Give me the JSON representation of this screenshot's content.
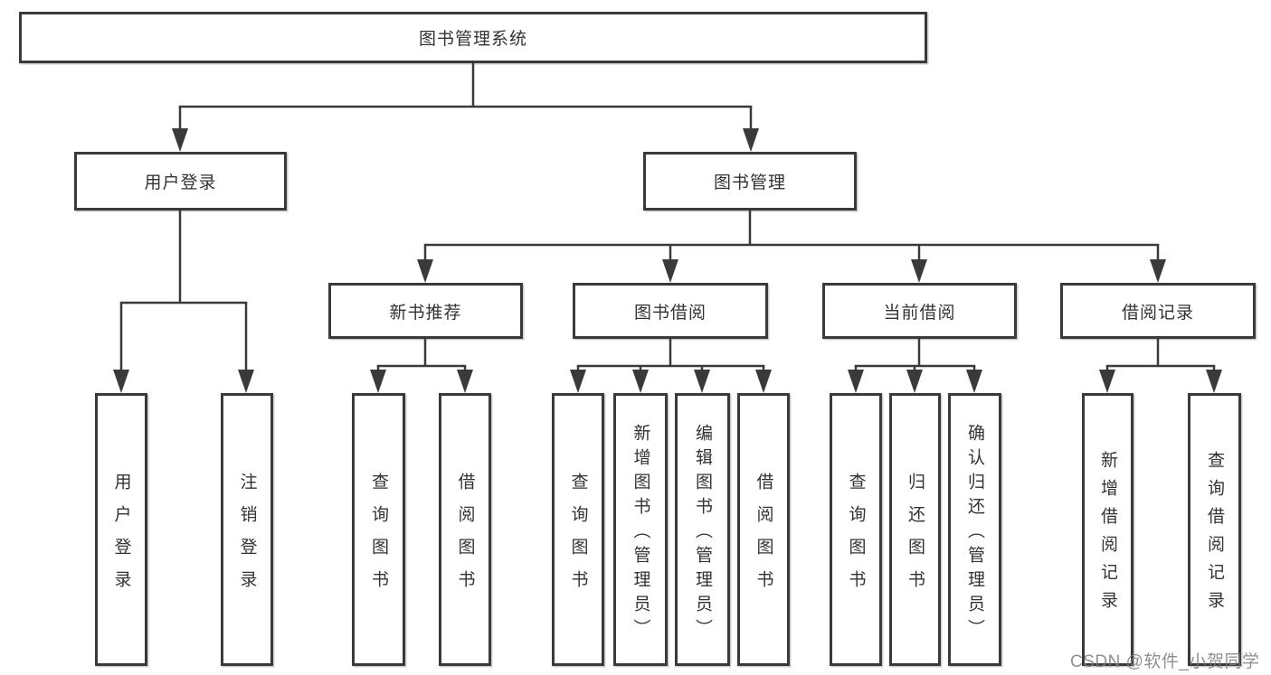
{
  "diagram": {
    "root": {
      "label": "图书管理系统"
    },
    "children": [
      {
        "label": "用户登录",
        "children": [
          {
            "label": "用户登录"
          },
          {
            "label": "注销登录"
          }
        ]
      },
      {
        "label": "图书管理",
        "children": [
          {
            "label": "新书推荐",
            "children": [
              {
                "label": "查询图书"
              },
              {
                "label": "借阅图书"
              }
            ]
          },
          {
            "label": "图书借阅",
            "children": [
              {
                "label": "查询图书"
              },
              {
                "label": "新增图书（管理员）"
              },
              {
                "label": "编辑图书（管理员）"
              },
              {
                "label": "借阅图书"
              }
            ]
          },
          {
            "label": "当前借阅",
            "children": [
              {
                "label": "查询图书"
              },
              {
                "label": "归还图书"
              },
              {
                "label": "确认归还（管理员）"
              }
            ]
          },
          {
            "label": "借阅记录",
            "children": [
              {
                "label": "新增借阅记录"
              },
              {
                "label": "查询借阅记录"
              }
            ]
          }
        ]
      }
    ]
  },
  "watermark": {
    "text": "CSDN @软件_小贺同学"
  },
  "colors": {
    "line": "#3a3a3a",
    "box_border": "#3a3a3a",
    "text": "#333333",
    "background": "#ffffff",
    "watermark": "#7d7d7d"
  }
}
